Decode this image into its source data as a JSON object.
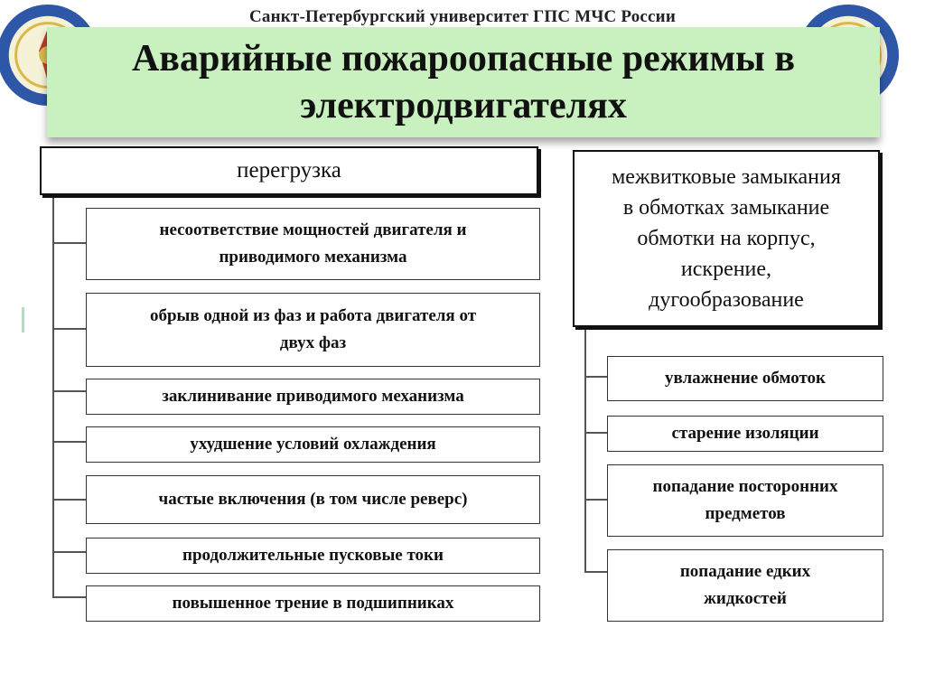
{
  "header": {
    "university": "Санкт-Петербургский университет ГПС МЧС России"
  },
  "title": {
    "line1": "Аварийные пожароопасные режимы в",
    "line2": "электродвигателях"
  },
  "left_group": {
    "heading": "перегрузка",
    "items": [
      {
        "line1": "несоответствие мощностей двигателя и",
        "line2": "приводимого механизма"
      },
      {
        "line1": "обрыв одной из фаз и работа двигателя от",
        "line2": "двух фаз"
      },
      {
        "line1": "заклинивание приводимого механизма",
        "line2": ""
      },
      {
        "line1": "ухудшение условий охлаждения",
        "line2": ""
      },
      {
        "line1": "частые включения (в том числе реверс)",
        "line2": ""
      },
      {
        "line1": "продолжительные пусковые токи",
        "line2": ""
      },
      {
        "line1": "повышенное трение в подшипниках",
        "line2": ""
      }
    ]
  },
  "right_group": {
    "heading": {
      "line1": "межвитковые замыкания",
      "line2": "в обмотках замыкание",
      "line3": "обмотки на корпус,",
      "line4": "искрение,",
      "line5": "дугообразование"
    },
    "items": [
      {
        "line1": "увлажнение обмоток",
        "line2": ""
      },
      {
        "line1": "старение изоляции",
        "line2": ""
      },
      {
        "line1": "попадание посторонних",
        "line2": "предметов"
      },
      {
        "line1": "попадание едких",
        "line2": "жидкостей"
      }
    ]
  },
  "colors": {
    "title_background": "#c9f0bf",
    "seal_blue": "#2e57a8",
    "seal_gold": "#d9b84a"
  },
  "icons": {
    "left_logo": "university-seal-icon",
    "right_logo": "university-seal-icon"
  }
}
